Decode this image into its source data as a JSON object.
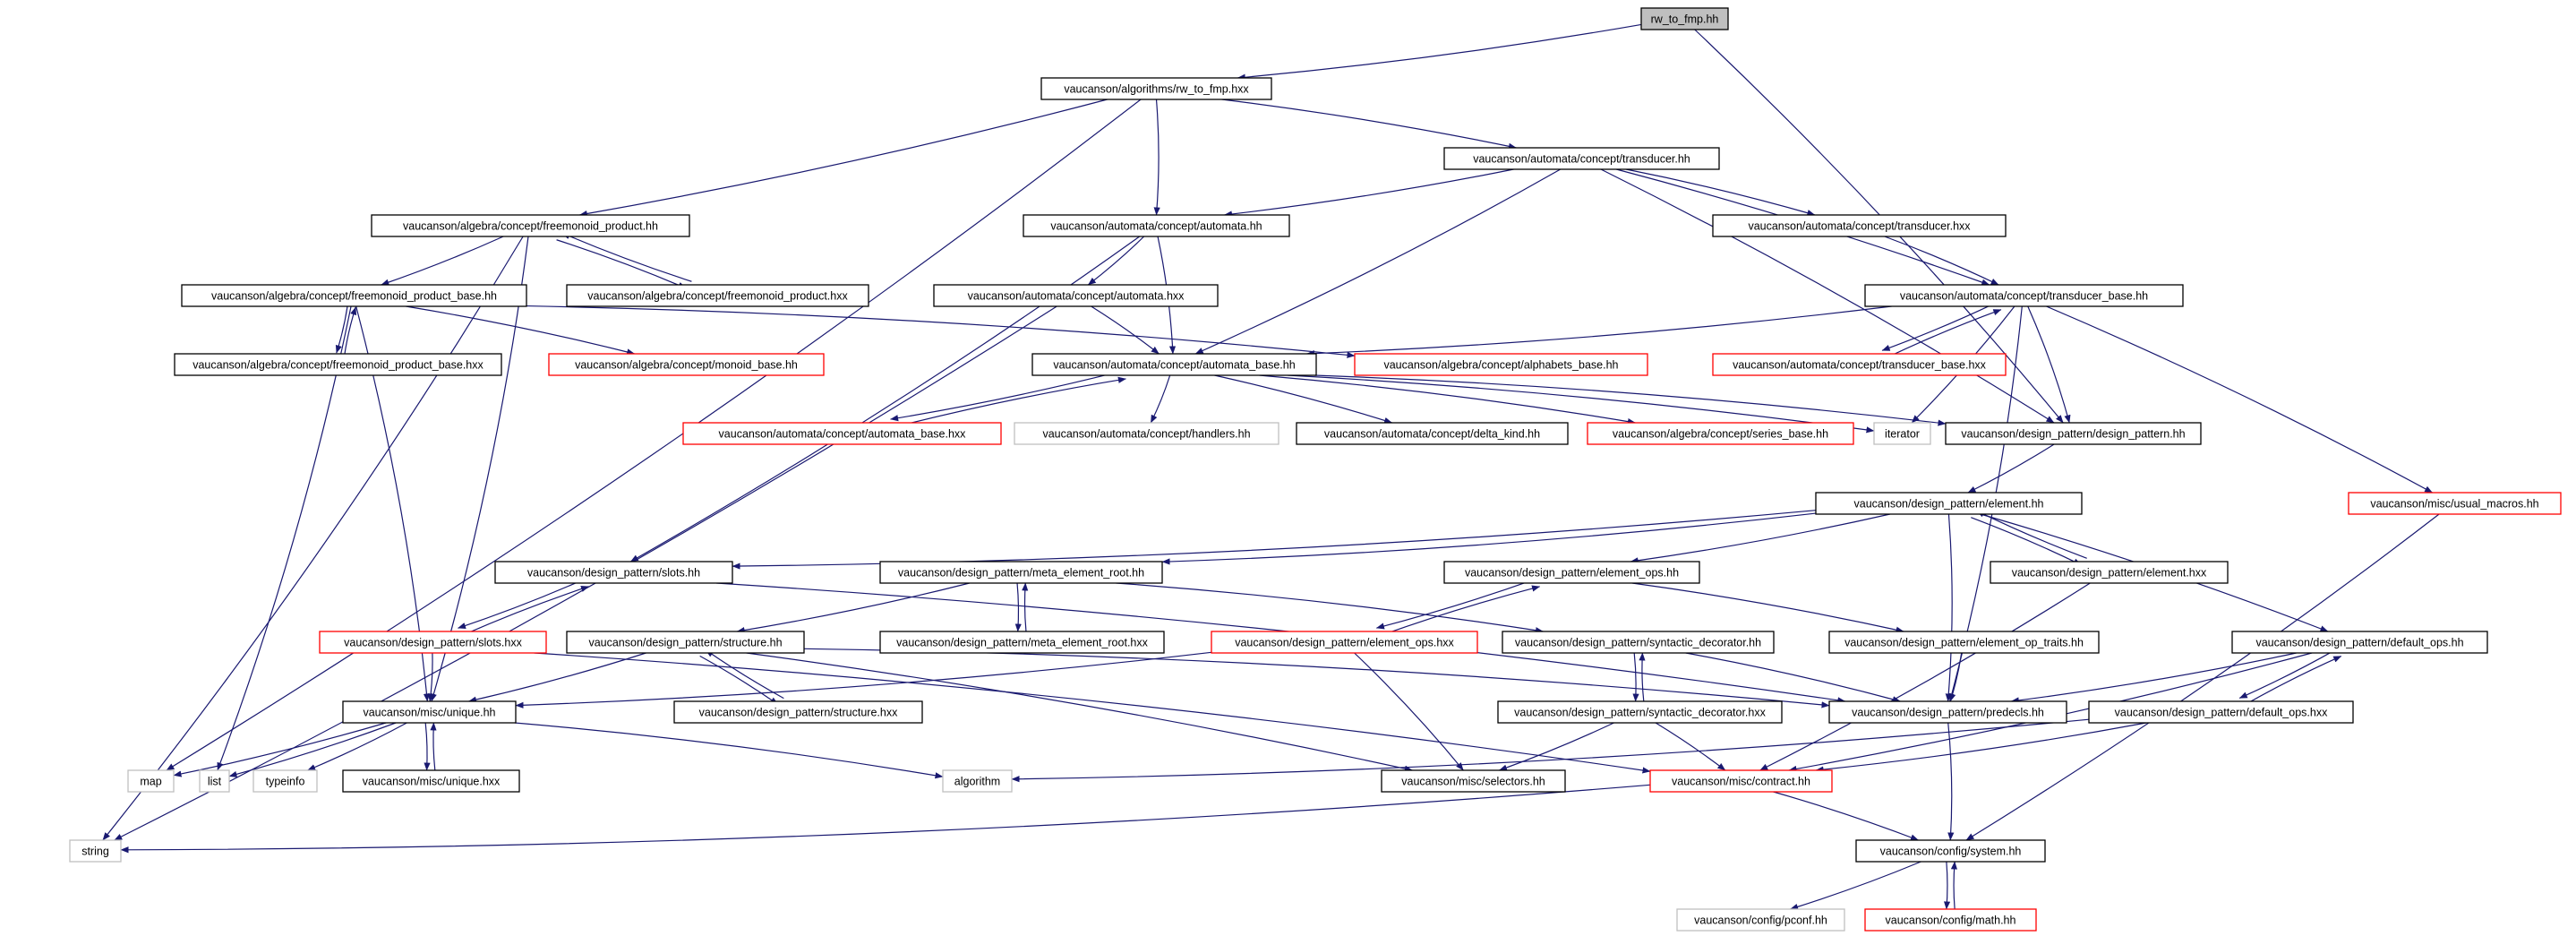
{
  "colors": {
    "edge": "#191970",
    "normal_border": "#000000",
    "truncated_border": "#ff0000",
    "external_border": "#bfbfbf",
    "root_fill": "#bfbfbf",
    "fill": "#ffffff"
  },
  "nodes": {
    "rw_to_fmp_hh": {
      "label": "rw_to_fmp.hh",
      "kind": "root"
    },
    "alg_rw_to_fmp_hxx": {
      "label": "vaucanson/algorithms/rw_to_fmp.hxx",
      "kind": "normal"
    },
    "transducer_hh": {
      "label": "vaucanson/automata/concept/transducer.hh",
      "kind": "normal"
    },
    "freemonoid_product_hh": {
      "label": "vaucanson/algebra/concept/freemonoid_product.hh",
      "kind": "normal"
    },
    "automata_hh": {
      "label": "vaucanson/automata/concept/automata.hh",
      "kind": "normal"
    },
    "transducer_hxx": {
      "label": "vaucanson/automata/concept/transducer.hxx",
      "kind": "normal"
    },
    "freemonoid_product_hxx": {
      "label": "vaucanson/algebra/concept/freemonoid_product.hxx",
      "kind": "normal"
    },
    "freemonoid_product_base_hh": {
      "label": "vaucanson/algebra/concept/freemonoid_product_base.hh",
      "kind": "normal"
    },
    "automata_hxx": {
      "label": "vaucanson/automata/concept/automata.hxx",
      "kind": "normal"
    },
    "transducer_base_hh": {
      "label": "vaucanson/automata/concept/transducer_base.hh",
      "kind": "normal"
    },
    "freemonoid_product_base_hxx": {
      "label": "vaucanson/algebra/concept/freemonoid_product_base.hxx",
      "kind": "normal"
    },
    "monoid_base_hh": {
      "label": "vaucanson/algebra/concept/monoid_base.hh",
      "kind": "truncated"
    },
    "automata_base_hh": {
      "label": "vaucanson/automata/concept/automata_base.hh",
      "kind": "normal"
    },
    "alphabets_base_hh": {
      "label": "vaucanson/algebra/concept/alphabets_base.hh",
      "kind": "truncated"
    },
    "transducer_base_hxx": {
      "label": "vaucanson/automata/concept/transducer_base.hxx",
      "kind": "truncated"
    },
    "automata_base_hxx": {
      "label": "vaucanson/automata/concept/automata_base.hxx",
      "kind": "truncated"
    },
    "handlers_hh": {
      "label": "vaucanson/automata/concept/handlers.hh",
      "kind": "external"
    },
    "delta_kind_hh": {
      "label": "vaucanson/automata/concept/delta_kind.hh",
      "kind": "normal"
    },
    "series_base_hh": {
      "label": "vaucanson/algebra/concept/series_base.hh",
      "kind": "truncated"
    },
    "iterator": {
      "label": "iterator",
      "kind": "external"
    },
    "design_pattern_hh": {
      "label": "vaucanson/design_pattern/design_pattern.hh",
      "kind": "normal"
    },
    "element_hh": {
      "label": "vaucanson/design_pattern/element.hh",
      "kind": "normal"
    },
    "usual_macros_hh": {
      "label": "vaucanson/misc/usual_macros.hh",
      "kind": "truncated"
    },
    "slots_hh": {
      "label": "vaucanson/design_pattern/slots.hh",
      "kind": "normal"
    },
    "meta_element_root_hh": {
      "label": "vaucanson/design_pattern/meta_element_root.hh",
      "kind": "normal"
    },
    "element_ops_hh": {
      "label": "vaucanson/design_pattern/element_ops.hh",
      "kind": "normal"
    },
    "element_hxx": {
      "label": "vaucanson/design_pattern/element.hxx",
      "kind": "normal"
    },
    "slots_hxx": {
      "label": "vaucanson/design_pattern/slots.hxx",
      "kind": "truncated"
    },
    "structure_hh": {
      "label": "vaucanson/design_pattern/structure.hh",
      "kind": "normal"
    },
    "meta_element_root_hxx": {
      "label": "vaucanson/design_pattern/meta_element_root.hxx",
      "kind": "normal"
    },
    "element_ops_hxx": {
      "label": "vaucanson/design_pattern/element_ops.hxx",
      "kind": "truncated"
    },
    "syntactic_decorator_hh": {
      "label": "vaucanson/design_pattern/syntactic_decorator.hh",
      "kind": "normal"
    },
    "element_op_traits_hh": {
      "label": "vaucanson/design_pattern/element_op_traits.hh",
      "kind": "normal"
    },
    "default_ops_hh": {
      "label": "vaucanson/design_pattern/default_ops.hh",
      "kind": "normal"
    },
    "unique_hh": {
      "label": "vaucanson/misc/unique.hh",
      "kind": "normal"
    },
    "structure_hxx": {
      "label": "vaucanson/design_pattern/structure.hxx",
      "kind": "normal"
    },
    "syntactic_decorator_hxx": {
      "label": "vaucanson/design_pattern/syntactic_decorator.hxx",
      "kind": "normal"
    },
    "predecls_hh": {
      "label": "vaucanson/design_pattern/predecls.hh",
      "kind": "normal"
    },
    "default_ops_hxx": {
      "label": "vaucanson/design_pattern/default_ops.hxx",
      "kind": "normal"
    },
    "map": {
      "label": "map",
      "kind": "external"
    },
    "list": {
      "label": "list",
      "kind": "external"
    },
    "typeinfo": {
      "label": "typeinfo",
      "kind": "external"
    },
    "unique_hxx": {
      "label": "vaucanson/misc/unique.hxx",
      "kind": "normal"
    },
    "algorithm": {
      "label": "algorithm",
      "kind": "external"
    },
    "selectors_hh": {
      "label": "vaucanson/misc/selectors.hh",
      "kind": "normal"
    },
    "contract_hh": {
      "label": "vaucanson/misc/contract.hh",
      "kind": "truncated"
    },
    "string": {
      "label": "string",
      "kind": "external"
    },
    "system_hh": {
      "label": "vaucanson/config/system.hh",
      "kind": "normal"
    },
    "pconf_hh": {
      "label": "vaucanson/config/pconf.hh",
      "kind": "external"
    },
    "math_hh": {
      "label": "vaucanson/config/math.hh",
      "kind": "truncated"
    }
  },
  "edges": [
    [
      "rw_to_fmp_hh",
      "alg_rw_to_fmp_hxx"
    ],
    [
      "rw_to_fmp_hh",
      "design_pattern_hh"
    ],
    [
      "alg_rw_to_fmp_hxx",
      "transducer_hh"
    ],
    [
      "alg_rw_to_fmp_hxx",
      "freemonoid_product_hh"
    ],
    [
      "alg_rw_to_fmp_hxx",
      "automata_hh"
    ],
    [
      "alg_rw_to_fmp_hxx",
      "map"
    ],
    [
      "transducer_hh",
      "automata_hh"
    ],
    [
      "transducer_hh",
      "transducer_hxx"
    ],
    [
      "transducer_hh",
      "transducer_base_hh"
    ],
    [
      "transducer_hh",
      "automata_base_hh"
    ],
    [
      "transducer_hh",
      "design_pattern_hh"
    ],
    [
      "freemonoid_product_hh",
      "freemonoid_product_hxx"
    ],
    [
      "freemonoid_product_hh",
      "freemonoid_product_base_hh"
    ],
    [
      "freemonoid_product_hh",
      "string"
    ],
    [
      "freemonoid_product_hh",
      "unique_hh"
    ],
    [
      "freemonoid_product_hxx",
      "freemonoid_product_hh"
    ],
    [
      "automata_hh",
      "automata_hxx"
    ],
    [
      "automata_hh",
      "automata_base_hh"
    ],
    [
      "automata_hh",
      "slots_hh"
    ],
    [
      "transducer_hxx",
      "transducer_base_hh"
    ],
    [
      "freemonoid_product_base_hh",
      "freemonoid_product_base_hxx"
    ],
    [
      "freemonoid_product_base_hh",
      "monoid_base_hh"
    ],
    [
      "freemonoid_product_base_hh",
      "alphabets_base_hh"
    ],
    [
      "freemonoid_product_base_hh",
      "list"
    ],
    [
      "freemonoid_product_base_hh",
      "unique_hh"
    ],
    [
      "freemonoid_product_base_hxx",
      "freemonoid_product_base_hh"
    ],
    [
      "automata_hxx",
      "automata_base_hh"
    ],
    [
      "automata_hxx",
      "string"
    ],
    [
      "transducer_base_hh",
      "automata_base_hh"
    ],
    [
      "transducer_base_hh",
      "transducer_base_hxx"
    ],
    [
      "transducer_base_hh",
      "design_pattern_hh"
    ],
    [
      "transducer_base_hh",
      "iterator"
    ],
    [
      "transducer_base_hh",
      "usual_macros_hh"
    ],
    [
      "transducer_base_hh",
      "predecls_hh"
    ],
    [
      "transducer_base_hxx",
      "transducer_base_hh"
    ],
    [
      "automata_base_hh",
      "automata_base_hxx"
    ],
    [
      "automata_base_hh",
      "handlers_hh"
    ],
    [
      "automata_base_hh",
      "delta_kind_hh"
    ],
    [
      "automata_base_hh",
      "series_base_hh"
    ],
    [
      "automata_base_hh",
      "iterator"
    ],
    [
      "automata_base_hh",
      "design_pattern_hh"
    ],
    [
      "automata_base_hxx",
      "automata_base_hh"
    ],
    [
      "design_pattern_hh",
      "element_hh"
    ],
    [
      "element_hh",
      "slots_hh"
    ],
    [
      "element_hh",
      "meta_element_root_hh"
    ],
    [
      "element_hh",
      "element_ops_hh"
    ],
    [
      "element_hh",
      "element_hxx"
    ],
    [
      "element_hh",
      "default_ops_hh"
    ],
    [
      "element_hh",
      "predecls_hh"
    ],
    [
      "element_hxx",
      "element_hh"
    ],
    [
      "element_hxx",
      "contract_hh"
    ],
    [
      "slots_hh",
      "slots_hxx"
    ],
    [
      "slots_hh",
      "predecls_hh"
    ],
    [
      "slots_hxx",
      "slots_hh"
    ],
    [
      "slots_hxx",
      "unique_hh"
    ],
    [
      "slots_hxx",
      "contract_hh"
    ],
    [
      "meta_element_root_hh",
      "meta_element_root_hxx"
    ],
    [
      "meta_element_root_hh",
      "structure_hh"
    ],
    [
      "meta_element_root_hh",
      "syntactic_decorator_hh"
    ],
    [
      "meta_element_root_hxx",
      "meta_element_root_hh"
    ],
    [
      "element_ops_hh",
      "element_ops_hxx"
    ],
    [
      "element_ops_hh",
      "element_op_traits_hh"
    ],
    [
      "element_ops_hxx",
      "element_ops_hh"
    ],
    [
      "element_ops_hxx",
      "unique_hh"
    ],
    [
      "element_ops_hxx",
      "selectors_hh"
    ],
    [
      "structure_hh",
      "structure_hxx"
    ],
    [
      "structure_hh",
      "unique_hh"
    ],
    [
      "structure_hh",
      "predecls_hh"
    ],
    [
      "structure_hh",
      "selectors_hh"
    ],
    [
      "structure_hxx",
      "structure_hh"
    ],
    [
      "syntactic_decorator_hh",
      "syntactic_decorator_hxx"
    ],
    [
      "syntactic_decorator_hh",
      "predecls_hh"
    ],
    [
      "syntactic_decorator_hxx",
      "syntactic_decorator_hh"
    ],
    [
      "syntactic_decorator_hxx",
      "selectors_hh"
    ],
    [
      "syntactic_decorator_hxx",
      "contract_hh"
    ],
    [
      "element_op_traits_hh",
      "predecls_hh"
    ],
    [
      "default_ops_hh",
      "default_ops_hxx"
    ],
    [
      "default_ops_hh",
      "predecls_hh"
    ],
    [
      "default_ops_hh",
      "contract_hh"
    ],
    [
      "default_ops_hxx",
      "default_ops_hh"
    ],
    [
      "default_ops_hxx",
      "contract_hh"
    ],
    [
      "default_ops_hxx",
      "algorithm"
    ],
    [
      "unique_hh",
      "map"
    ],
    [
      "unique_hh",
      "list"
    ],
    [
      "unique_hh",
      "typeinfo"
    ],
    [
      "unique_hh",
      "unique_hxx"
    ],
    [
      "unique_hh",
      "algorithm"
    ],
    [
      "unique_hxx",
      "unique_hh"
    ],
    [
      "predecls_hh",
      "system_hh"
    ],
    [
      "contract_hh",
      "system_hh"
    ],
    [
      "contract_hh",
      "string"
    ],
    [
      "usual_macros_hh",
      "system_hh"
    ],
    [
      "system_hh",
      "pconf_hh"
    ],
    [
      "system_hh",
      "math_hh"
    ],
    [
      "math_hh",
      "system_hh"
    ]
  ]
}
